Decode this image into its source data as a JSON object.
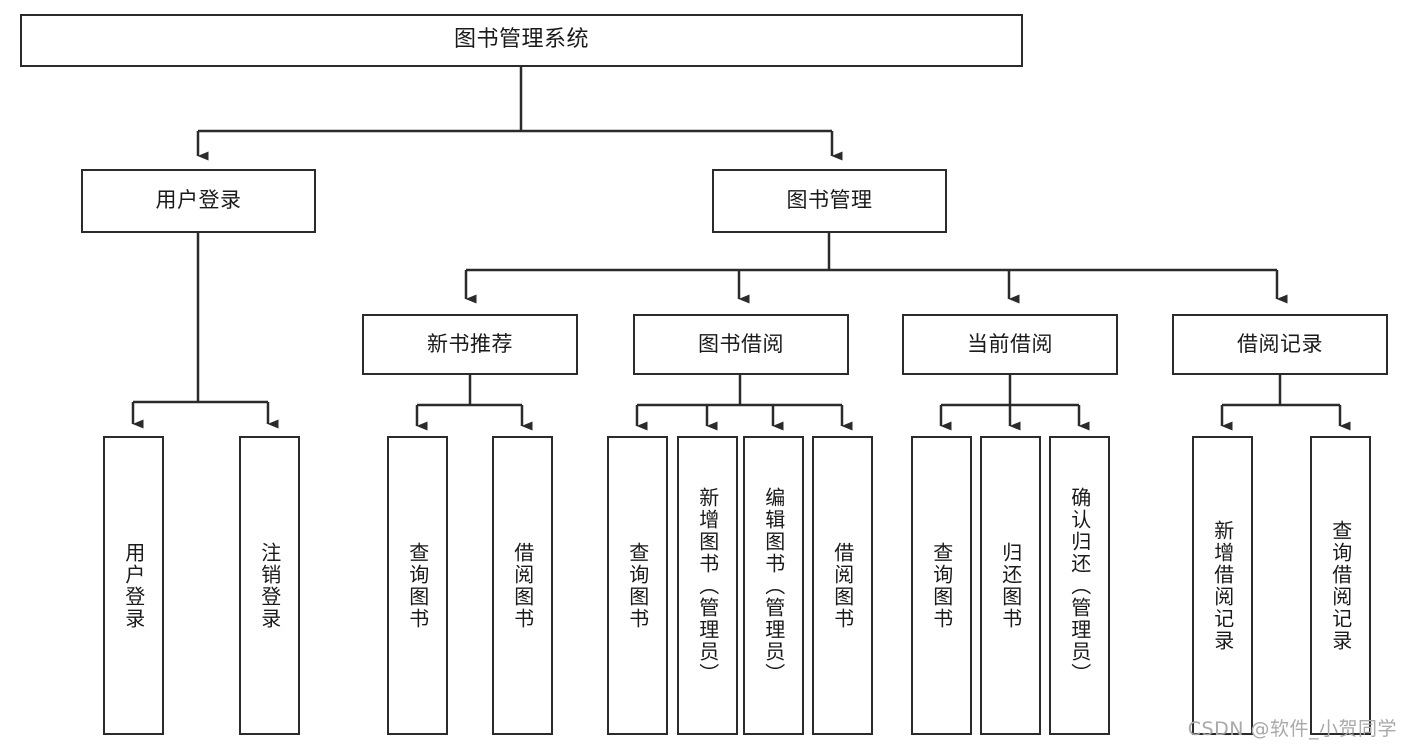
{
  "diagram": {
    "title": "图书管理系统",
    "type": "tree",
    "watermark": "CSDN @软件_小贺同学",
    "colors": {
      "box_border": "#2b2b2b",
      "box_fill": "#ffffff",
      "connector": "#2b2b2b",
      "watermark": "#a9a9a9",
      "background": "#ffffff"
    },
    "root": {
      "id": "root",
      "label": "图书管理系统"
    },
    "level1": [
      {
        "id": "user-login",
        "label": "用户登录"
      },
      {
        "id": "book-management",
        "label": "图书管理"
      }
    ],
    "level2": [
      {
        "id": "new-book-recommend",
        "label": "新书推荐",
        "parent": "book-management"
      },
      {
        "id": "book-borrow",
        "label": "图书借阅",
        "parent": "book-management"
      },
      {
        "id": "current-borrow",
        "label": "当前借阅",
        "parent": "book-management"
      },
      {
        "id": "borrow-record",
        "label": "借阅记录",
        "parent": "book-management"
      }
    ],
    "leaves": [
      {
        "id": "leaf-user-login",
        "label": "用户登录",
        "parent": "user-login"
      },
      {
        "id": "leaf-user-logout",
        "label": "注销登录",
        "parent": "user-login"
      },
      {
        "id": "leaf-query-book-1",
        "label": "查询图书",
        "parent": "new-book-recommend"
      },
      {
        "id": "leaf-borrow-book-1",
        "label": "借阅图书",
        "parent": "new-book-recommend"
      },
      {
        "id": "leaf-query-book-2",
        "label": "查询图书",
        "parent": "book-borrow"
      },
      {
        "id": "leaf-add-book",
        "label": "新增图书（管理员）",
        "parent": "book-borrow"
      },
      {
        "id": "leaf-edit-book",
        "label": "编辑图书（管理员）",
        "parent": "book-borrow"
      },
      {
        "id": "leaf-borrow-book-2",
        "label": "借阅图书",
        "parent": "book-borrow"
      },
      {
        "id": "leaf-query-book-3",
        "label": "查询图书",
        "parent": "current-borrow"
      },
      {
        "id": "leaf-return-book",
        "label": "归还图书",
        "parent": "current-borrow"
      },
      {
        "id": "leaf-confirm-return",
        "label": "确认归还（管理员）",
        "parent": "current-borrow"
      },
      {
        "id": "leaf-add-record",
        "label": "新增借阅记录",
        "parent": "borrow-record"
      },
      {
        "id": "leaf-query-record",
        "label": "查询借阅记录",
        "parent": "borrow-record"
      }
    ]
  }
}
